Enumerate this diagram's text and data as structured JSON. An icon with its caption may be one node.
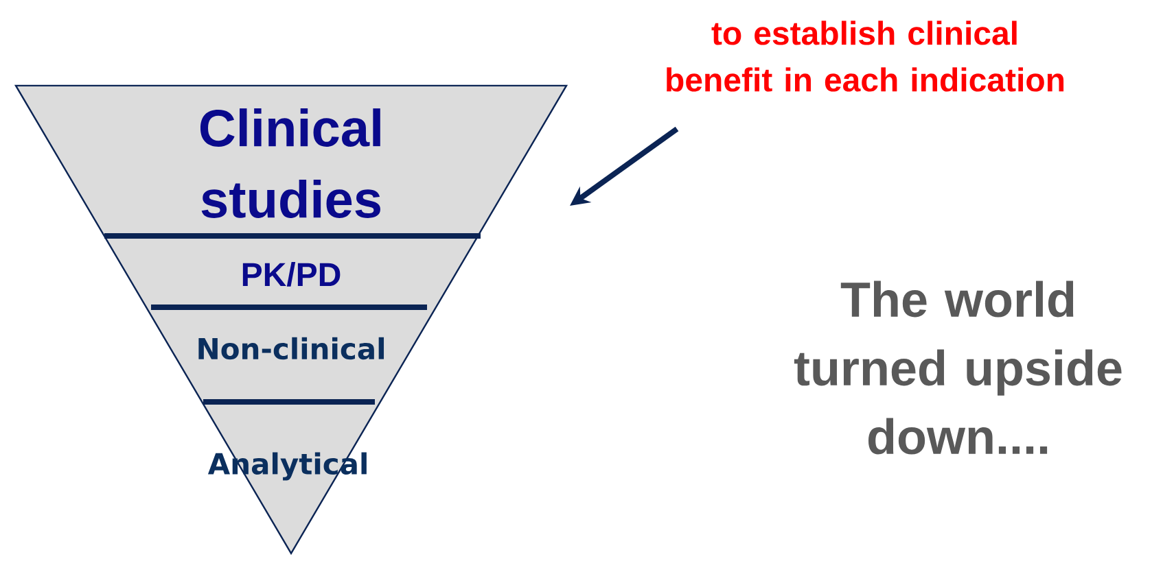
{
  "diagram": {
    "nodes": [
      {
        "text": [
          "to establish clinical benefit in each indication"
        ]
      },
      {
        "text": [],
        "shape": "triangle"
      }
    ],
    "edges": [
      {
        "from": 0,
        "to": 1,
        "arrow": "to"
      }
    ],
    "labels": [
      "Clinical studies",
      "PK/PD",
      "Non-clinical",
      "Analytical",
      "The world turned upside down...."
    ]
  }
}
